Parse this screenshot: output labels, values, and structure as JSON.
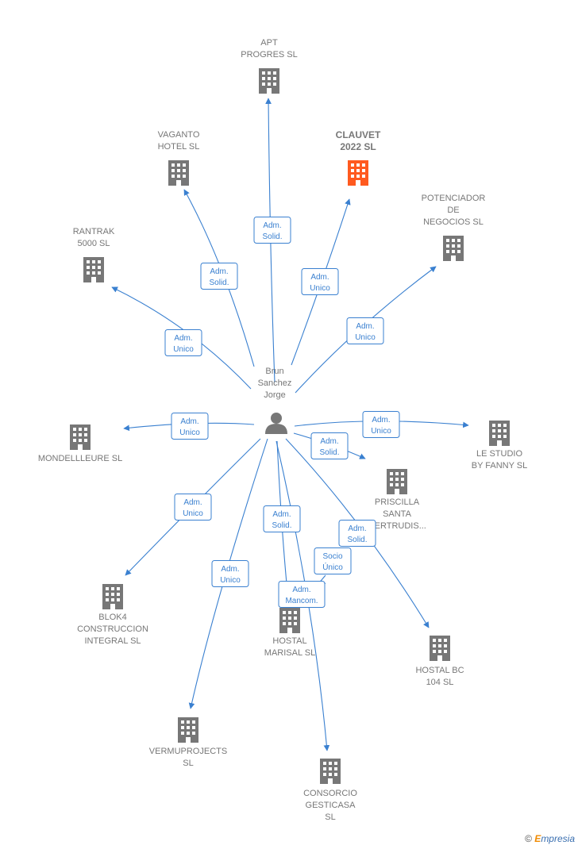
{
  "colors": {
    "edge": "#3a80d0",
    "building": "#777777",
    "building_highlight": "#ff5a1f",
    "person": "#777777"
  },
  "center": {
    "id": "person",
    "icon": "person-icon",
    "label": [
      "Brun",
      "Sanchez",
      "Jorge"
    ]
  },
  "companies": [
    {
      "id": "apt",
      "label": [
        "APT",
        "PROGRES  SL"
      ],
      "highlight": false
    },
    {
      "id": "clauvet",
      "label": [
        "CLAUVET",
        "2022  SL"
      ],
      "highlight": true
    },
    {
      "id": "vaganto",
      "label": [
        "VAGANTO",
        "HOTEL  SL"
      ],
      "highlight": false
    },
    {
      "id": "potenciador",
      "label": [
        "POTENCIADOR",
        "DE",
        "NEGOCIOS  SL"
      ],
      "highlight": false
    },
    {
      "id": "rantrak",
      "label": [
        "RANTRAK",
        "5000  SL"
      ],
      "highlight": false
    },
    {
      "id": "mondellleure",
      "label": [
        "MONDELLLEURE SL"
      ],
      "highlight": false
    },
    {
      "id": "lestudio",
      "label": [
        "LE STUDIO",
        "BY FANNY  SL"
      ],
      "highlight": false
    },
    {
      "id": "priscilla",
      "label": [
        "PRISCILLA",
        "SANTA",
        "GERTRUDIS..."
      ],
      "highlight": false
    },
    {
      "id": "blok4",
      "label": [
        "BLOK4",
        "CONSTRUCCION",
        "INTEGRAL  SL"
      ],
      "highlight": false
    },
    {
      "id": "hostalmarisal",
      "label": [
        "HOSTAL",
        "MARISAL  SL"
      ],
      "highlight": false
    },
    {
      "id": "hostalbc",
      "label": [
        "HOSTAL BC",
        "104  SL"
      ],
      "highlight": false
    },
    {
      "id": "vermuprojects",
      "label": [
        "VERMUPROJECTS",
        "SL"
      ],
      "highlight": false
    },
    {
      "id": "consorcio",
      "label": [
        "CONSORCIO",
        "GESTICASA",
        "SL"
      ],
      "highlight": false
    }
  ],
  "edges": [
    {
      "to": "apt",
      "label": [
        "Adm.",
        "Solid."
      ]
    },
    {
      "to": "clauvet",
      "label": [
        "Adm.",
        "Unico"
      ]
    },
    {
      "to": "vaganto",
      "label": [
        "Adm.",
        "Solid."
      ]
    },
    {
      "to": "potenciador",
      "label": [
        "Adm.",
        "Unico"
      ]
    },
    {
      "to": "rantrak",
      "label": [
        "Adm.",
        "Unico"
      ]
    },
    {
      "to": "mondellleure",
      "label": [
        "Adm.",
        "Unico"
      ]
    },
    {
      "to": "lestudio",
      "label": [
        "Adm.",
        "Unico"
      ]
    },
    {
      "to": "priscilla",
      "label": [
        "Adm.",
        "Solid."
      ]
    },
    {
      "to": "blok4",
      "label": [
        "Adm.",
        "Unico"
      ]
    },
    {
      "to": "hostalmarisal",
      "label": [
        "Adm.",
        "Solid."
      ]
    },
    {
      "to": "hostalbc",
      "label": [
        "Adm.",
        "Solid."
      ]
    },
    {
      "to": "hostalmarisal",
      "label": [
        "Socio",
        "Único"
      ]
    },
    {
      "to": "hostalmarisal",
      "label": [
        "Adm.",
        "Mancom."
      ]
    },
    {
      "to": "vermuprojects",
      "label": [
        "Adm.",
        "Unico"
      ]
    },
    {
      "to": "consorcio",
      "label": [
        "Adm.",
        "Mancom."
      ]
    }
  ],
  "watermark": {
    "copyright": "©",
    "brand_initial": "E",
    "brand_rest": "mpresia"
  }
}
